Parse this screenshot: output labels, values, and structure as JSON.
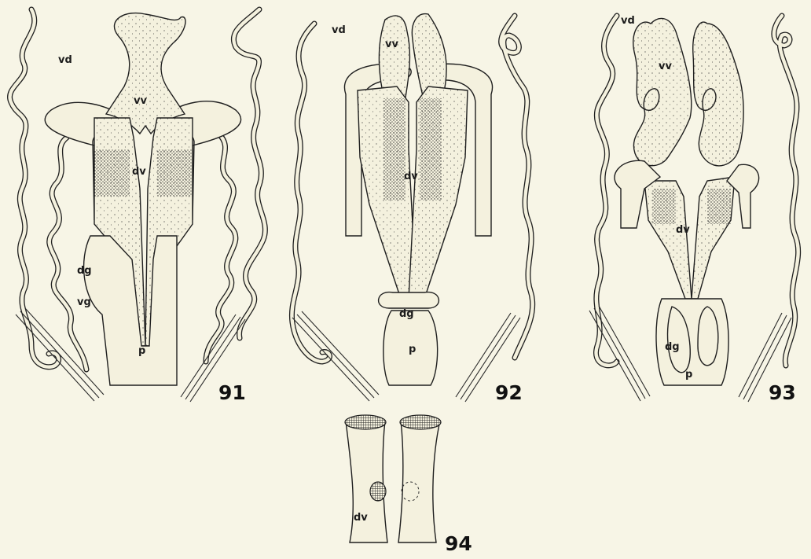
{
  "figures": [
    {
      "number": "91",
      "labels": {
        "vd": "vd",
        "vv": "vv",
        "dv": "dv",
        "dg": "dg",
        "vg": "vg",
        "p": "p"
      }
    },
    {
      "number": "92",
      "labels": {
        "vd": "vd",
        "vv": "vv",
        "dv": "dv",
        "dg": "dg",
        "p": "p"
      }
    },
    {
      "number": "93",
      "labels": {
        "vd": "vd",
        "vv": "vv",
        "dv": "dv",
        "dg": "dg",
        "p": "p"
      }
    },
    {
      "number": "94",
      "labels": {
        "dv": "dv"
      }
    }
  ]
}
